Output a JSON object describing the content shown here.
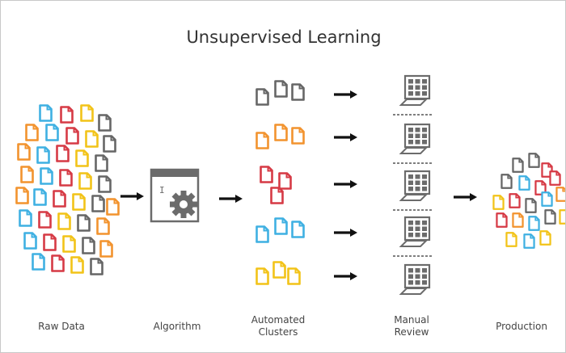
{
  "title": "Unsupervised Learning",
  "stages": {
    "raw_data": "Raw Data",
    "algorithm": "Algorithm",
    "automated_clusters": [
      "Automated",
      "Clusters"
    ],
    "manual_review": [
      "Manual",
      "Review"
    ],
    "production": "Production"
  },
  "colors": {
    "red": "#d63a45",
    "orange": "#f2932e",
    "yellow": "#f2c318",
    "blue": "#3fb0e2",
    "gray": "#666666",
    "icon_gray": "#6b6b6b",
    "arrow": "#111111"
  },
  "icons": {
    "data_item": "file-icon",
    "algorithm": "window-gear-icon",
    "review": "monitor-grid-icon",
    "arrow": "arrow-right-icon"
  },
  "clusters": [
    "gray",
    "orange",
    "red",
    "blue",
    "yellow"
  ]
}
